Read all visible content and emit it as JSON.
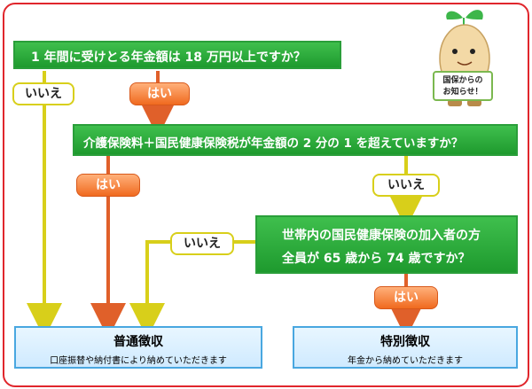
{
  "q1": {
    "text": "1 年間に受けとる年金額は 18 万円以上ですか？"
  },
  "q2": {
    "text": "介護保険料＋国民健康保険税が年金額の 2 分の 1 を超えていますか？"
  },
  "q3": {
    "line1": "世帯内の国民健康保険の加入者の方",
    "line2": "全員が 65 歳から 74 歳ですか？"
  },
  "labels": {
    "no": "いいえ",
    "yes": "はい"
  },
  "results": {
    "normal": {
      "title": "普通徴収",
      "sub": "口座振替や納付書により納めていただきます"
    },
    "special": {
      "title": "特別徴収",
      "sub": "年金から納めていただきます"
    }
  },
  "mascot": {
    "sign_line1": "国保からの",
    "sign_line2": "お知らせ！"
  },
  "colors": {
    "question": "#2aa83a",
    "yes_pill": "#f47a2a",
    "no_pill": "#d8cf1a",
    "result": "#49a7e0",
    "border": "#e0262c"
  }
}
